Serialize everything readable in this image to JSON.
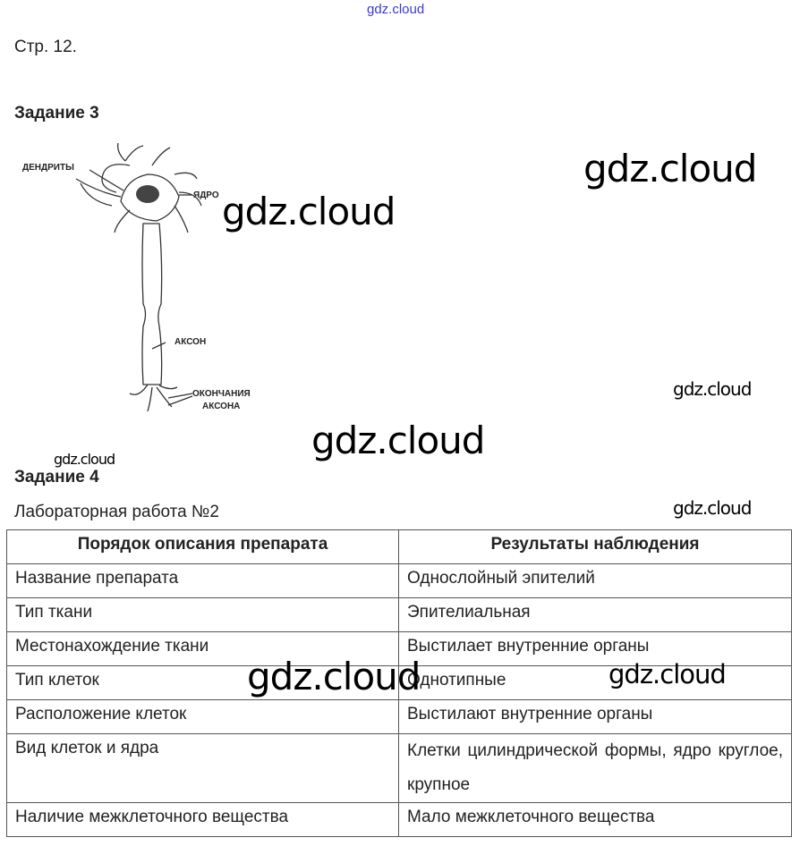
{
  "watermark_top": "gdz.cloud",
  "watermarks": [
    "gdz.cloud",
    "gdz.cloud",
    "gdz.cloud",
    "gdz.cloud",
    "gdz.cloud",
    "gdz.cloud",
    "gdz.cloud",
    "gdz.cloud"
  ],
  "page_label": "Стр. 12.",
  "task3": {
    "title": "Задание 3",
    "diagram": {
      "dendrites": "ДЕНДРИТЫ",
      "nucleus": "ЯДРО",
      "axon": "АКСОН",
      "endings_1": "ОКОНЧАНИЯ",
      "endings_2": "АКСОНА"
    }
  },
  "task4": {
    "title": "Задание 4",
    "subtitle": "Лабораторная работа №2",
    "headers": [
      "Порядок описания препарата",
      "Результаты наблюдения"
    ],
    "rows": [
      [
        "Название препарата",
        "Однослойный эпителий"
      ],
      [
        "Тип ткани",
        "Эпителиальная"
      ],
      [
        "Местонахождение ткани",
        "Выстилает внутренние органы"
      ],
      [
        "Тип клеток",
        "Однотипные"
      ],
      [
        "Расположение клеток",
        "Выстилают внутренние органы"
      ],
      [
        "Вид клеток и ядра",
        "Клетки цилиндрической формы, ядро круглое, крупное"
      ],
      [
        "Наличие межклеточного вещества",
        "Мало межклеточного вещества"
      ]
    ]
  }
}
